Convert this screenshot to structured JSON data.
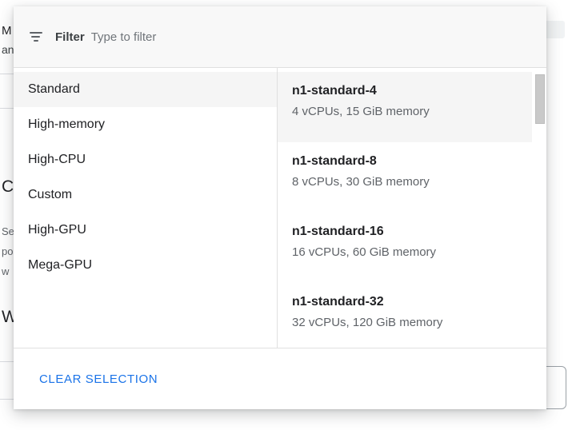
{
  "background": {
    "line_machine": "M",
    "line_managed": "an",
    "heading_c": "C",
    "body_1": "Se",
    "body_2": "po",
    "body_3": "w",
    "heading_w": "W"
  },
  "dialog": {
    "filter": {
      "icon": "filter-icon",
      "label": "Filter",
      "placeholder": "Type to filter",
      "value": ""
    },
    "categories": {
      "selected": "Standard",
      "items": [
        {
          "label": "Standard"
        },
        {
          "label": "High-memory"
        },
        {
          "label": "High-CPU"
        },
        {
          "label": "Custom"
        },
        {
          "label": "High-GPU"
        },
        {
          "label": "Mega-GPU"
        }
      ]
    },
    "machine_types": {
      "selected": "n1-standard-4",
      "items": [
        {
          "name": "n1-standard-4",
          "specs": "4 vCPUs, 15 GiB memory"
        },
        {
          "name": "n1-standard-8",
          "specs": "8 vCPUs, 30 GiB memory"
        },
        {
          "name": "n1-standard-16",
          "specs": "16 vCPUs, 60 GiB memory"
        },
        {
          "name": "n1-standard-32",
          "specs": "32 vCPUs, 120 GiB memory"
        }
      ]
    },
    "footer": {
      "clear_selection_label": "CLEAR SELECTION"
    }
  },
  "colors": {
    "accent_blue": "#1a73e8",
    "selected_row": "#f5f5f5",
    "header_bg": "#f8f8f8",
    "divider": "#e0e0e0",
    "text_primary": "#202124",
    "text_secondary": "#5f6368"
  }
}
